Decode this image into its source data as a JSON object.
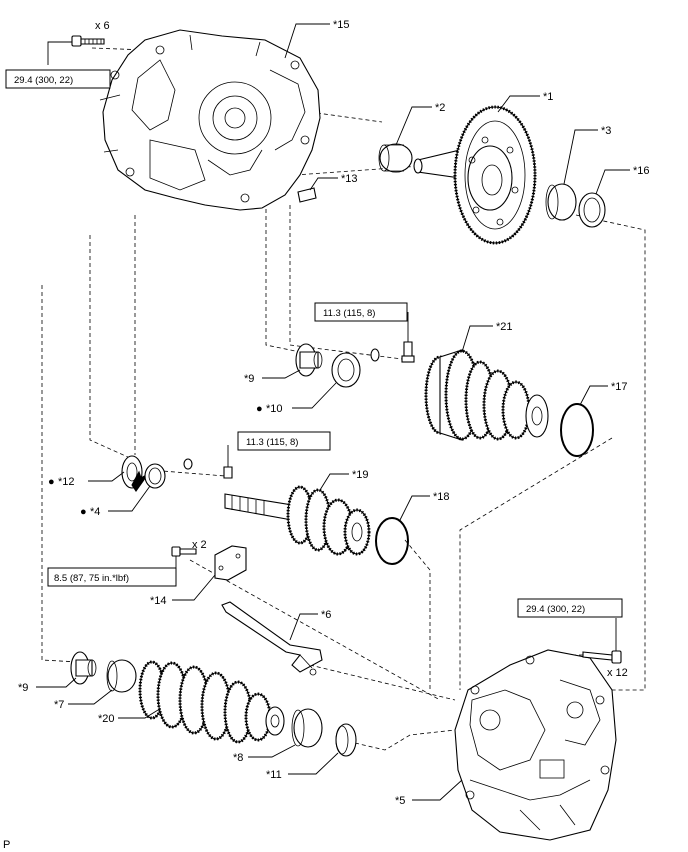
{
  "torque_specs": {
    "transaxle_housing_bolts": "29.4 (300, 22)",
    "bearing_retainer_bolt_upper": "11.3 (115, 8)",
    "bearing_retainer_bolt_lower": "11.3 (115, 8)",
    "oil_receiver_bolts": "8.5 (87, 75 in.*lbf)",
    "transaxle_case_bolts": "29.4 (300, 22)"
  },
  "quantities": {
    "housing_bolts": "x 6",
    "oil_receiver_bolts": "x 2",
    "case_bolts": "x 12"
  },
  "callouts": {
    "c1": "*1",
    "c2": "*2",
    "c3": "*3",
    "c4": "*4",
    "c5": "*5",
    "c6": "*6",
    "c7": "*7",
    "c8": "*8",
    "c9a": "*9",
    "c9b": "*9",
    "c10": "*10",
    "c11": "*11",
    "c12": "*12",
    "c13": "*13",
    "c14": "*14",
    "c15": "*15",
    "c16": "*16",
    "c17": "*17",
    "c18": "*18",
    "c19": "*19",
    "c20": "*20",
    "c21": "*21"
  },
  "marks": {
    "non_reusable": "●"
  },
  "footer_code": "P"
}
